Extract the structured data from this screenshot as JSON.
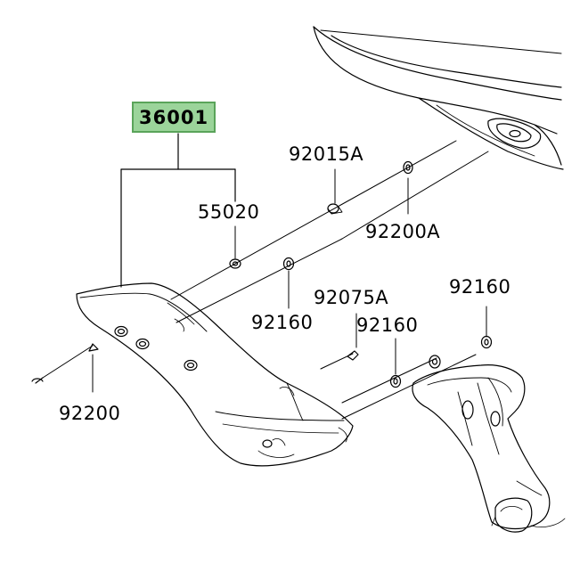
{
  "labels": {
    "assembly": "36001",
    "part_55020": "55020",
    "part_92015a": "92015A",
    "part_92200a": "92200A",
    "part_92160_left": "92160",
    "part_92075a": "92075A",
    "part_92160_mid": "92160",
    "part_92160_right": "92160",
    "part_92200": "92200"
  },
  "colors": {
    "highlight_fill": "#9bd49a",
    "highlight_border": "#5aa45a",
    "line": "#000000"
  }
}
